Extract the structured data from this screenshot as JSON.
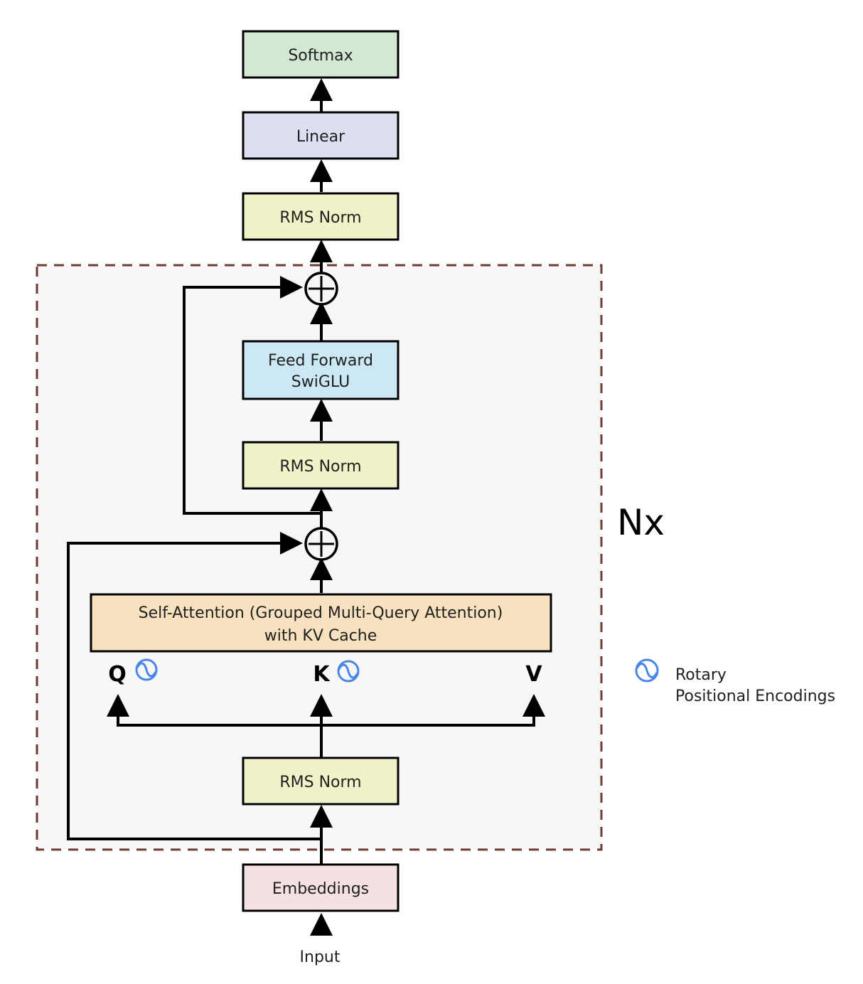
{
  "diagram": {
    "title": "LLaMA Transformer Architecture",
    "blocks": {
      "softmax": {
        "label": "Softmax",
        "color": "#d3e8d3"
      },
      "linear": {
        "label": "Linear",
        "color": "#dcdff0"
      },
      "final_norm": {
        "label": "RMS Norm",
        "color": "#f2f2c8"
      },
      "feed_forward": {
        "line1": "Feed Forward",
        "line2": "SwiGLU",
        "color": "#cce8f4"
      },
      "ffn_norm": {
        "label": "RMS Norm",
        "color": "#f2f2c8"
      },
      "attention": {
        "line1": "Self-Attention (Grouped Multi-Query Attention)",
        "line2": "with KV Cache",
        "color": "#f8e1bf"
      },
      "attn_norm": {
        "label": "RMS Norm",
        "color": "#f2f2c8"
      },
      "embeddings": {
        "label": "Embeddings",
        "color": "#f5e1e1"
      }
    },
    "qkv": {
      "q": "Q",
      "k": "K",
      "v": "V"
    },
    "repeat_label": "Nx",
    "input_label": "Input",
    "legend": {
      "icon": "rotary-encoding-icon",
      "line1": "Rotary",
      "line2": "Positional Encodings",
      "icon_color": "#4a86e8"
    },
    "colors": {
      "dashed_border": "#6e3b34",
      "layer_background": "#f7f7f7",
      "stroke": "#000000"
    }
  }
}
